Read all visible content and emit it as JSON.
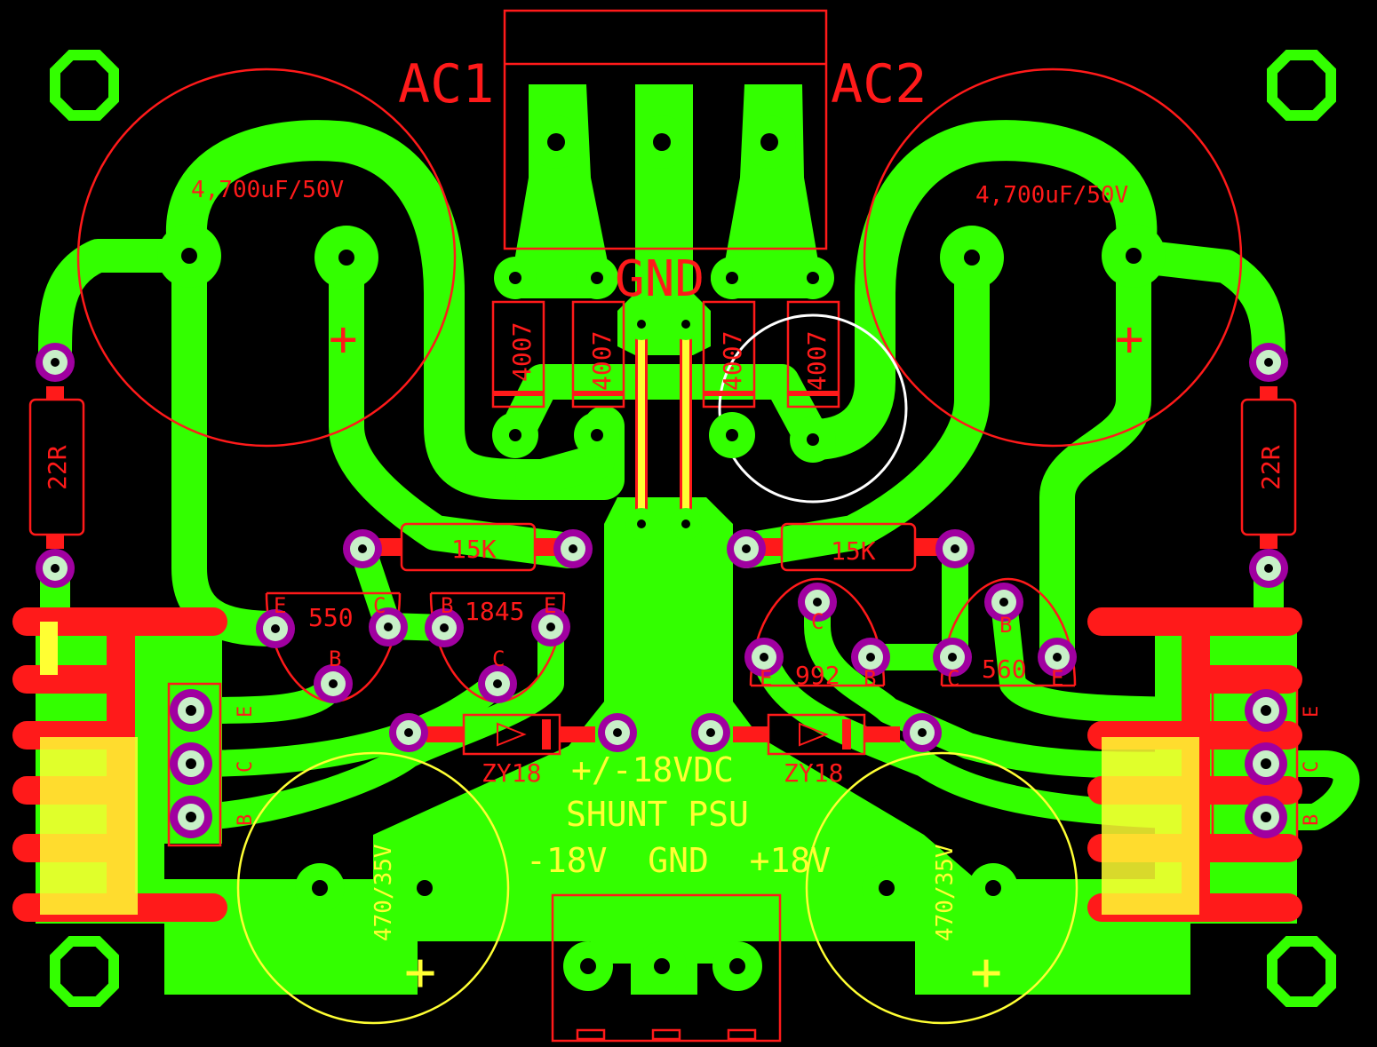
{
  "colors": {
    "background": "#000000",
    "copper": "#33ff00",
    "silkscreen": "#ff1a1a",
    "overlay": "#ffff33",
    "pad_ring": "#a000a0",
    "pad_center": "#c8f0c8",
    "highlight": "#ffffff"
  },
  "labels": {
    "ac1": "AC1",
    "ac2": "AC2",
    "gnd_top": "GND",
    "cap_big_left": "4,700uF/50V",
    "cap_big_right": "4,700uF/50V",
    "cap_plus": "+",
    "diode_1": "4007",
    "diode_2": "4007",
    "diode_3": "4007",
    "diode_4": "4007",
    "res_22r_left": "22R",
    "res_22r_right": "22R",
    "res_15k_left": "15K",
    "res_15k_right": "15K",
    "q_550": "550",
    "q_1845": "1845",
    "q_992": "992",
    "q_560": "560",
    "pin_e": "E",
    "pin_c": "C",
    "pin_b": "B",
    "zener_left": "ZY18",
    "zener_right": "ZY18",
    "title_line1": "+/-18VDC",
    "title_line2": "SHUNT PSU",
    "title_line3": "-18V  GND  +18V",
    "cap_small_left": "470/35V",
    "cap_small_right": "470/35V"
  }
}
